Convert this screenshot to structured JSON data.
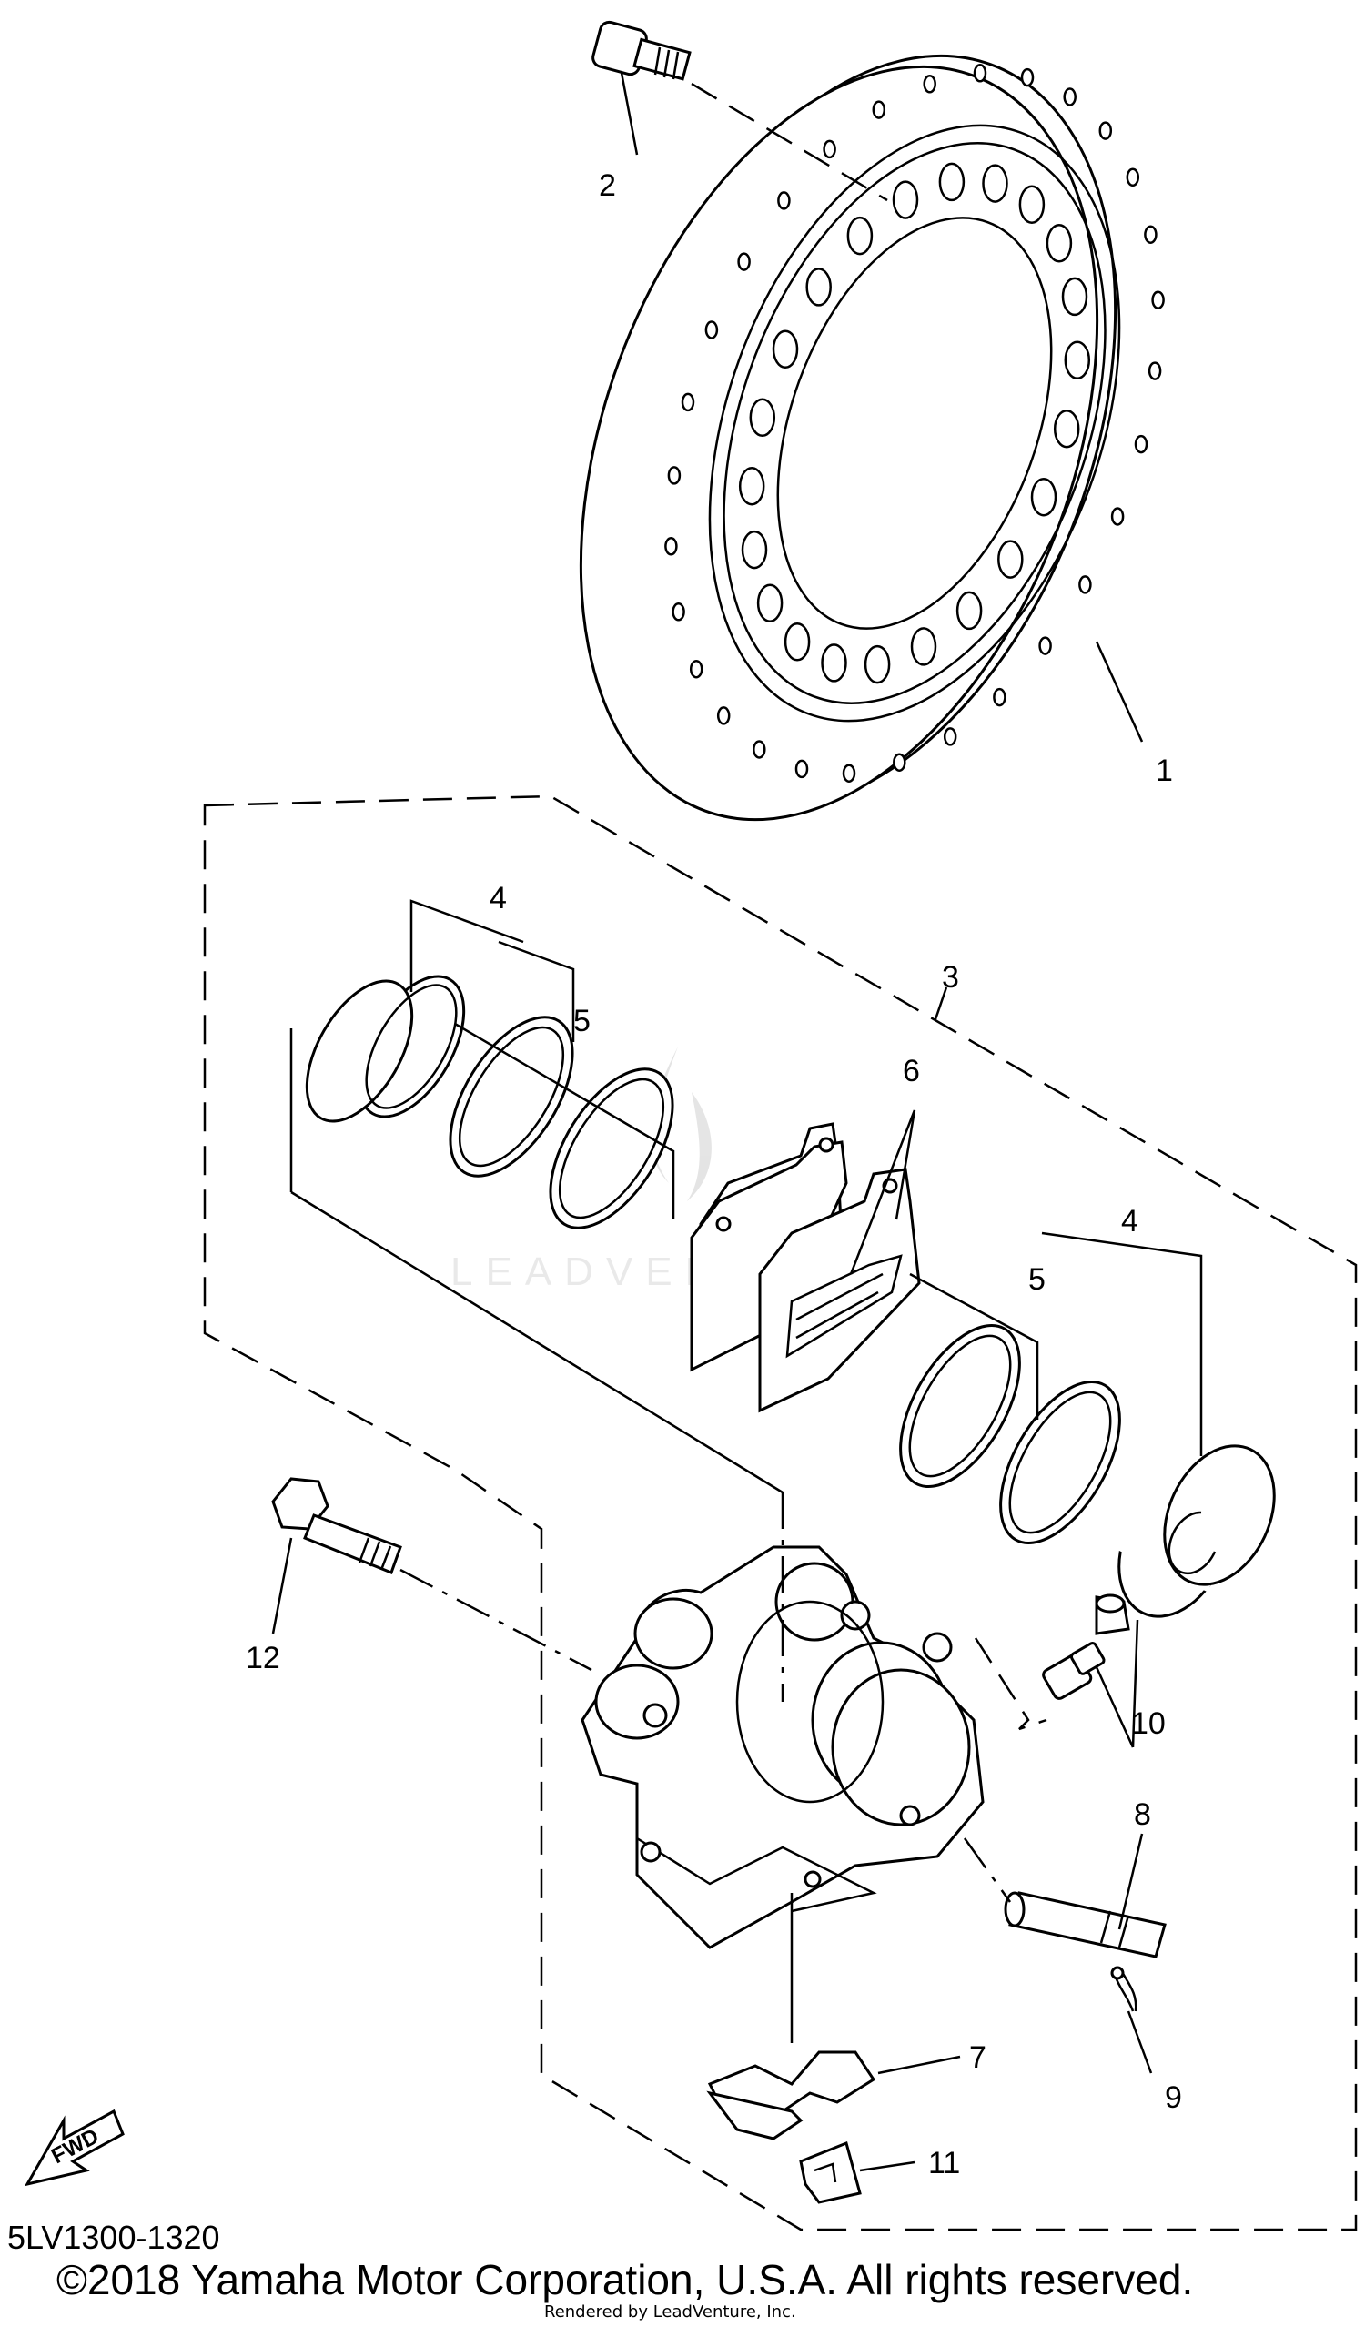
{
  "callouts": {
    "c1": "1",
    "c2": "2",
    "c3": "3",
    "c4a": "4",
    "c4b": "4",
    "c5a": "5",
    "c5b": "5",
    "c6": "6",
    "c7": "7",
    "c8": "8",
    "c9": "9",
    "c10": "10",
    "c11": "11",
    "c12": "12"
  },
  "fwd_label": "FWD",
  "watermark": "LEADVENTURE",
  "catalog_number": "5LV1300-1320",
  "copyright": "©2018 Yamaha Motor Corporation, U.S.A. All rights reserved.",
  "render_credit": "Rendered by LeadVenture, Inc."
}
